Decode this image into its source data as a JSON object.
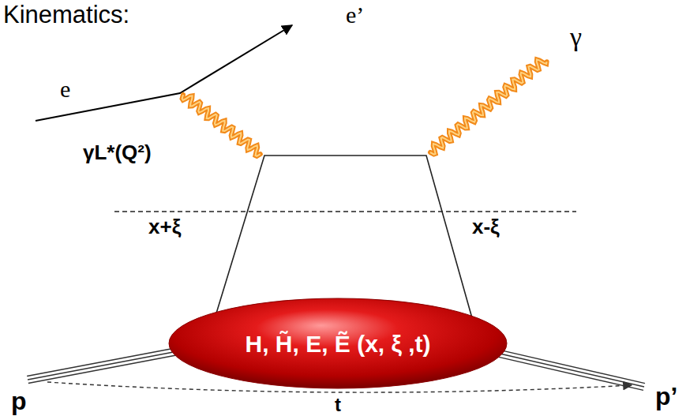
{
  "diagram": {
    "title": "Kinematics:",
    "nodes": [
      {
        "text": [
          "H, H̃, E, Ẽ (x, ξ ,t)"
        ]
      }
    ],
    "labels": [
      "e’",
      "e",
      "γ",
      "γL*(Q²)",
      "x+ξ",
      "x-ξ",
      "p",
      "p’",
      "t"
    ]
  }
}
